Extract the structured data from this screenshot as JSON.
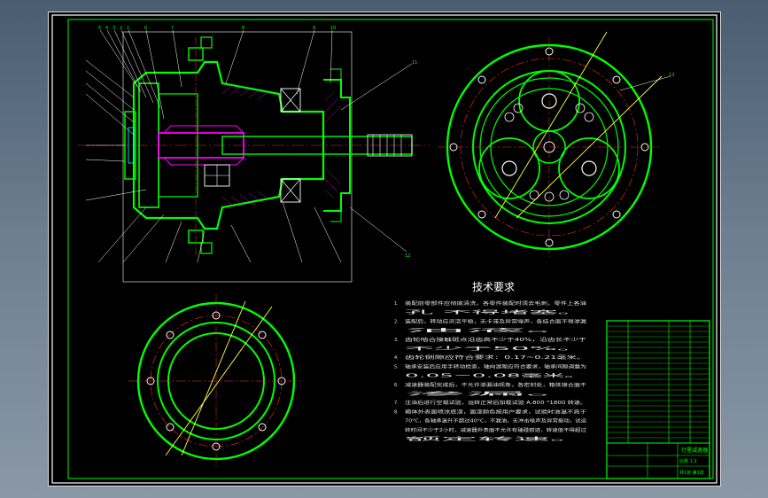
{
  "drawing": {
    "tech_title": "技术要求",
    "requirements": [
      {
        "num": "1.",
        "text": "装配前零部件应彻底清洗，各零件装配时须去毛刺，零件上各油"
      },
      {
        "num": "",
        "text": "孔         不得堵塞。"
      },
      {
        "num": "2.",
        "text": "装配后，转动应灵活平稳，无卡滞及异常噪声，各结合面不得渗漏"
      },
      {
        "num": "",
        "text": "油液。"
      },
      {
        "num": "3.",
        "text": "齿轮啮合接触斑点沿齿高不少于40%，沿齿长不少于"
      },
      {
        "num": "",
        "text": "不少于50%。"
      },
      {
        "num": "4.",
        "text": "齿轮侧隙应符合要求：0.17~0.21毫米。"
      },
      {
        "num": "5.",
        "text": "轴承安装后应用手转动检查，轴向游隙应符合要求，轴承间隙调整为"
      },
      {
        "num": "",
        "text": "0.05~0.08毫米。"
      },
      {
        "num": "6.",
        "text": "减速器装配完成后，不允许渗漏油现象，各密封处，箱体接合面不"
      },
      {
        "num": "",
        "text": "渗漏。"
      },
      {
        "num": "7.",
        "text": "注油后进行空载试验，运转正常后加载试验 A.800 °1800 转速。"
      },
      {
        "num": "8.",
        "text": "箱体外表面喷涂底漆，面漆颜色按用户要求，试验时油温不高于"
      },
      {
        "num": "",
        "text": "70°C，各轴承温升不超过40°C，不漏油，无冲击噪声及异常振动，试运"
      },
      {
        "num": "",
        "text": "转时间不少于2小时，减速器外表面不允许有磕碰痕迹，转速值不得超过"
      },
      {
        "num": "",
        "text": "额定转速。"
      }
    ],
    "title_block": {
      "part_name": "行星减速器",
      "scale_label": "比例 1:2",
      "sheet_label": "共1张 第1张"
    }
  }
}
